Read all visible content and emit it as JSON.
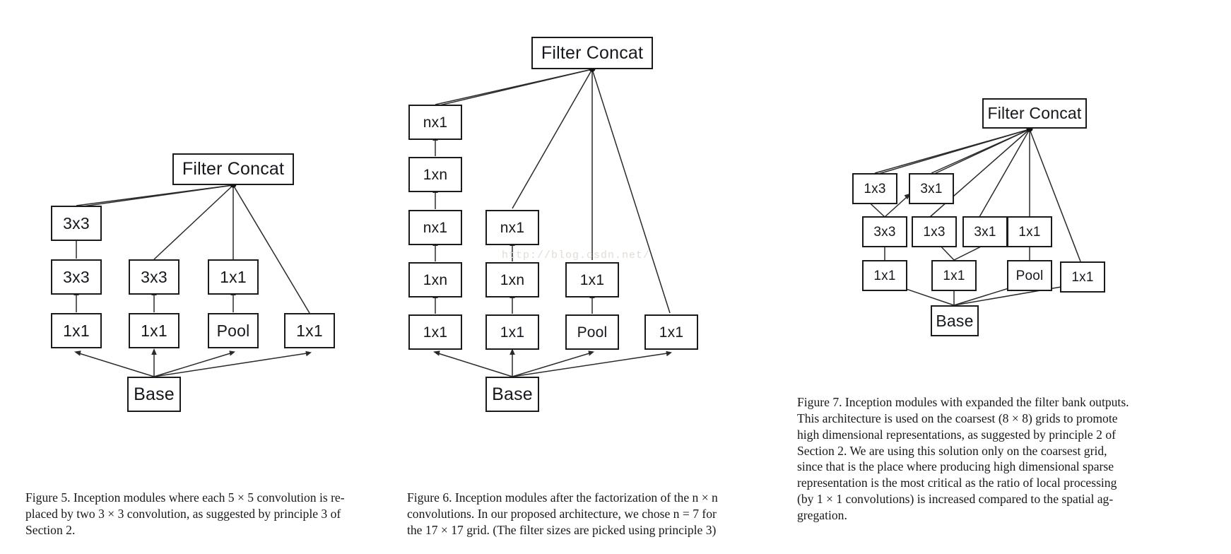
{
  "document": {
    "type": "paper-figures",
    "background": "#ffffff",
    "watermark": "http://blog.csdn.net/"
  },
  "figures": [
    {
      "id": "figure-5",
      "diagram": {
        "title_node": "Filter Concat",
        "base_node": "Base",
        "branches": [
          {
            "name": "branch-1",
            "nodes": [
              "1x1",
              "3x3",
              "3x3"
            ]
          },
          {
            "name": "branch-2",
            "nodes": [
              "1x1",
              "3x3"
            ]
          },
          {
            "name": "branch-3",
            "nodes": [
              "Pool",
              "1x1"
            ]
          },
          {
            "name": "branch-4",
            "nodes": [
              "1x1"
            ]
          }
        ]
      },
      "caption": {
        "label": "Figure 5.",
        "text": "Inception modules where each 5 × 5 convolution is replaced by two 3 × 3 convolution, as suggested by principle 3 of Section 2."
      }
    },
    {
      "id": "figure-6",
      "diagram": {
        "title_node": "Filter Concat",
        "base_node": "Base",
        "branches": [
          {
            "name": "branch-1",
            "nodes": [
              "1x1",
              "1xn",
              "nx1",
              "1xn",
              "nx1"
            ]
          },
          {
            "name": "branch-2",
            "nodes": [
              "1x1",
              "1xn",
              "nx1"
            ]
          },
          {
            "name": "branch-3",
            "nodes": [
              "Pool",
              "1x1"
            ]
          },
          {
            "name": "branch-4",
            "nodes": [
              "1x1"
            ]
          }
        ]
      },
      "caption": {
        "label": "Figure 6.",
        "text": "Inception modules after the factorization of the n × n convolutions. In our proposed architecture, we chose n = 7 for the 17 × 17 grid. (The filter sizes are picked using principle 3)"
      }
    },
    {
      "id": "figure-7",
      "diagram": {
        "title_node": "Filter Concat",
        "base_node": "Base",
        "branches": [
          {
            "name": "branch-1",
            "nodes": [
              "1x1",
              "3x3",
              "1x3",
              "3x1"
            ]
          },
          {
            "name": "branch-2",
            "nodes": [
              "1x1",
              "1x3",
              "3x1"
            ]
          },
          {
            "name": "branch-3",
            "nodes": [
              "Pool",
              "1x1"
            ]
          },
          {
            "name": "branch-4",
            "nodes": [
              "1x1"
            ]
          }
        ]
      },
      "caption": {
        "label": "Figure 7.",
        "text": "Inception modules with expanded the filter bank outputs. This architecture is used on the coarsest (8 × 8) grids to promote high dimensional representations, as suggested by principle 2 of Section 2. We are using this solution only on the coarsest grid, since that is the place where producing high dimensional sparse representation is the most critical as the ratio of local processing (by 1 × 1 convolutions) is increased compared to the spatial aggregation."
      }
    }
  ],
  "nodes": {
    "fig5": {
      "filter_concat": "Filter Concat",
      "b1_top": "3x3",
      "b1_mid": "3x3",
      "b1_bot": "1x1",
      "b2_mid": "3x3",
      "b2_bot": "1x1",
      "b3_mid": "1x1",
      "b3_bot": "Pool",
      "b4_bot": "1x1",
      "base": "Base"
    },
    "fig6": {
      "filter_concat": "Filter Concat",
      "b1_n5": "nx1",
      "b1_n4": "1xn",
      "b1_n3": "nx1",
      "b1_n2": "1xn",
      "b1_n1": "1x1",
      "b2_n3": "nx1",
      "b2_n2": "1xn",
      "b2_n1": "1x1",
      "b3_n2": "1x1",
      "b3_n1": "Pool",
      "b4_n1": "1x1",
      "base": "Base"
    },
    "fig7": {
      "filter_concat": "Filter Concat",
      "b1_top_left": "1x3",
      "b1_top_right": "3x1",
      "b1_mid": "3x3",
      "b1_bot": "1x1",
      "b2_left": "1x3",
      "b2_right": "3x1",
      "b2_bot": "1x1",
      "b3_top": "1x1",
      "b3_bot": "Pool",
      "b4": "1x1",
      "base": "Base"
    }
  },
  "captions": {
    "fig5_l1": "Figure 5. Inception modules where each 5 × 5 convolution is re-",
    "fig5_l2": "placed by two 3 × 3 convolution, as suggested by principle 3 of",
    "fig5_l3": "Section 2.",
    "fig6_l1": "Figure 6. Inception modules after the factorization of the n × n",
    "fig6_l2": "convolutions.  In our proposed architecture, we chose n = 7 for",
    "fig6_l3": "the 17 × 17 grid. (The filter sizes are picked using principle 3)",
    "fig7_l1": "Figure 7. Inception modules with expanded the filter bank outputs.",
    "fig7_l2": "This architecture is used on the coarsest (8 × 8) grids to promote",
    "fig7_l3": "high dimensional representations, as suggested by principle 2 of",
    "fig7_l4": "Section 2.  We are using this solution only on the coarsest grid,",
    "fig7_l5": "since that is the place where producing high dimensional sparse",
    "fig7_l6": "representation is the most critical as the ratio of local processing",
    "fig7_l7": "(by 1 × 1 convolutions) is increased compared to the spatial ag-",
    "fig7_l8": "gregation."
  }
}
